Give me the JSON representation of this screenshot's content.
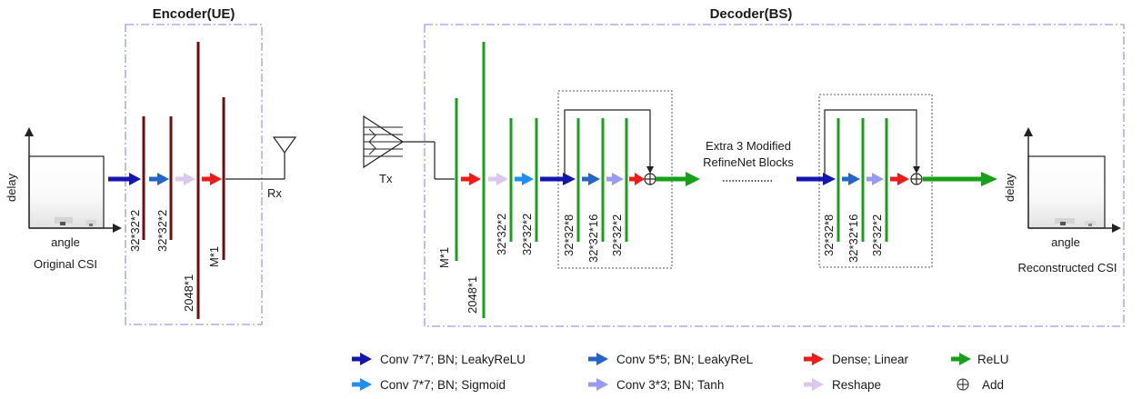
{
  "encoder": {
    "title": "Encoder(UE)",
    "input_axes": {
      "x": "angle",
      "y": "delay"
    },
    "input_caption": "Original CSI",
    "dims": [
      "32*32*2",
      "32*32*2",
      "2048*1",
      "M*1"
    ],
    "rx_label": "Rx"
  },
  "decoder": {
    "title": "Decoder(BS)",
    "tx_label": "Tx",
    "dims_pre": [
      "M*1",
      "2048*1",
      "32*32*2",
      "32*32*2"
    ],
    "block1_dims": [
      "32*32*8",
      "32*32*16",
      "32*32*2"
    ],
    "extra_text": [
      "Extra 3 Modified",
      "RefineNet Blocks"
    ],
    "block2_dims": [
      "32*32*8",
      "32*32*16",
      "32*32*2"
    ],
    "output_axes": {
      "x": "angle",
      "y": "delay"
    },
    "output_caption": "Reconstructed CSI"
  },
  "legend": [
    {
      "name": "conv7-bn-leakyrelu",
      "label": "Conv 7*7;  BN;  LeakyReLU",
      "color": "#1515b0",
      "icon": "arrow"
    },
    {
      "name": "conv7-bn-sigmoid",
      "label": "Conv 7*7;  BN;   Sigmoid",
      "color": "#2090f0",
      "icon": "arrow"
    },
    {
      "name": "conv5-bn-leakyrel",
      "label": "Conv 5*5;  BN;  LeakyReL",
      "color": "#2565c5",
      "icon": "arrow"
    },
    {
      "name": "conv3-bn-tanh",
      "label": "Conv 3*3;  BN;  Tanh",
      "color": "#9a9af0",
      "icon": "arrow"
    },
    {
      "name": "dense-linear",
      "label": "Dense;  Linear",
      "color": "#ee1b1b",
      "icon": "arrow"
    },
    {
      "name": "reshape",
      "label": "Reshape",
      "color": "#dcc8ee",
      "icon": "arrow"
    },
    {
      "name": "relu",
      "label": "ReLU",
      "color": "#18a018",
      "icon": "arrow"
    },
    {
      "name": "add",
      "label": "Add",
      "color": "#333333",
      "icon": "circle-plus"
    }
  ],
  "colors": {
    "encoder_layer": "#6b0f12",
    "decoder_layer": "#18a018",
    "section_border": "#9a9af0",
    "block_border": "#555555"
  }
}
